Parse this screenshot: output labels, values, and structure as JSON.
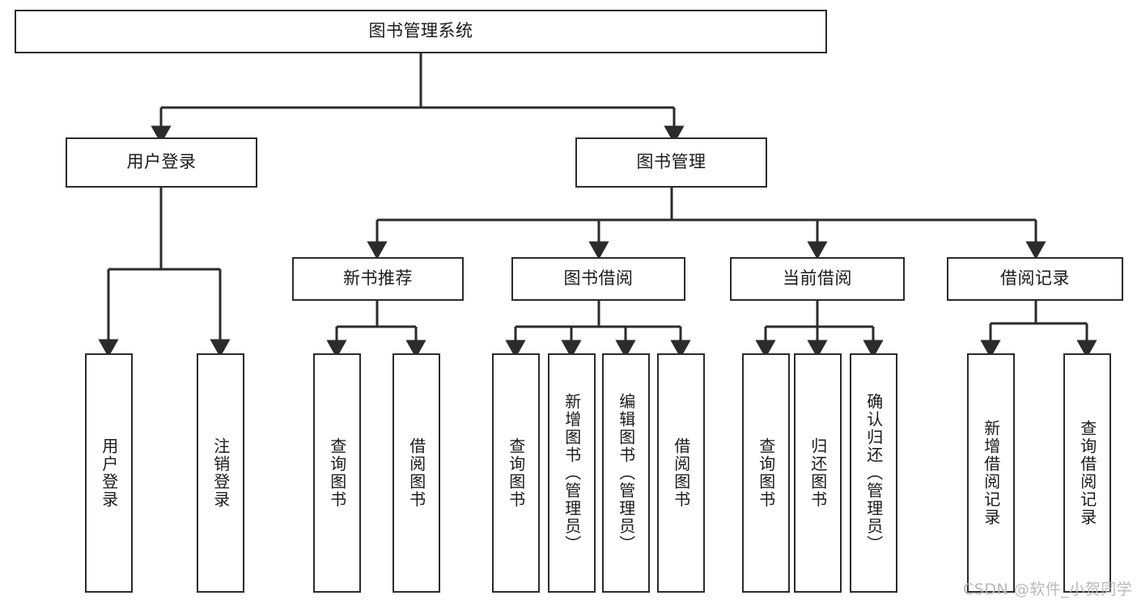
{
  "diagram": {
    "title": "图书管理系统",
    "type": "hierarchy-tree",
    "orientation": "top-down",
    "colors": {
      "background": "#ffffff",
      "box_border": "#2b2b2b",
      "box_fill": "#ffffff",
      "connector": "#2b2b2b",
      "text": "#1a1a1a",
      "watermark": "#b9b9b9"
    },
    "levels": [
      {
        "level": 1,
        "nodes": [
          {
            "id": "root",
            "label": "图书管理系统",
            "orientation": "horizontal"
          }
        ]
      },
      {
        "level": 2,
        "nodes": [
          {
            "id": "user-login",
            "label": "用户登录",
            "orientation": "horizontal",
            "parent": "root"
          },
          {
            "id": "book-manage",
            "label": "图书管理",
            "orientation": "horizontal",
            "parent": "root"
          }
        ]
      },
      {
        "level": 3,
        "nodes": [
          {
            "id": "new-book-recommend",
            "label": "新书推荐",
            "orientation": "horizontal",
            "parent": "book-manage"
          },
          {
            "id": "book-borrow",
            "label": "图书借阅",
            "orientation": "horizontal",
            "parent": "book-manage"
          },
          {
            "id": "current-borrow",
            "label": "当前借阅",
            "orientation": "horizontal",
            "parent": "book-manage"
          },
          {
            "id": "borrow-record",
            "label": "借阅记录",
            "orientation": "horizontal",
            "parent": "book-manage"
          }
        ]
      },
      {
        "level": 4,
        "nodes": [
          {
            "id": "leaf-user-login",
            "label": "用户登录",
            "orientation": "vertical",
            "parent": "user-login"
          },
          {
            "id": "leaf-logout",
            "label": "注销登录",
            "orientation": "vertical",
            "parent": "user-login"
          },
          {
            "id": "leaf-query-book-1",
            "label": "查询图书",
            "orientation": "vertical",
            "parent": "new-book-recommend"
          },
          {
            "id": "leaf-borrow-book-1",
            "label": "借阅图书",
            "orientation": "vertical",
            "parent": "new-book-recommend"
          },
          {
            "id": "leaf-query-book-2",
            "label": "查询图书",
            "orientation": "vertical",
            "parent": "book-borrow"
          },
          {
            "id": "leaf-add-book",
            "label": "新增图书（管理员）",
            "orientation": "vertical",
            "parent": "book-borrow"
          },
          {
            "id": "leaf-edit-book",
            "label": "编辑图书（管理员）",
            "orientation": "vertical",
            "parent": "book-borrow"
          },
          {
            "id": "leaf-borrow-book-2",
            "label": "借阅图书",
            "orientation": "vertical",
            "parent": "book-borrow"
          },
          {
            "id": "leaf-query-book-3",
            "label": "查询图书",
            "orientation": "vertical",
            "parent": "current-borrow"
          },
          {
            "id": "leaf-return-book",
            "label": "归还图书",
            "orientation": "vertical",
            "parent": "current-borrow"
          },
          {
            "id": "leaf-confirm-return",
            "label": "确认归还（管理员）",
            "orientation": "vertical",
            "parent": "current-borrow"
          },
          {
            "id": "leaf-add-record",
            "label": "新增借阅记录",
            "orientation": "vertical",
            "parent": "borrow-record"
          },
          {
            "id": "leaf-query-record",
            "label": "查询借阅记录",
            "orientation": "vertical",
            "parent": "borrow-record"
          }
        ]
      }
    ]
  },
  "watermark": {
    "text": "CSDN @软件_小贺同学"
  }
}
